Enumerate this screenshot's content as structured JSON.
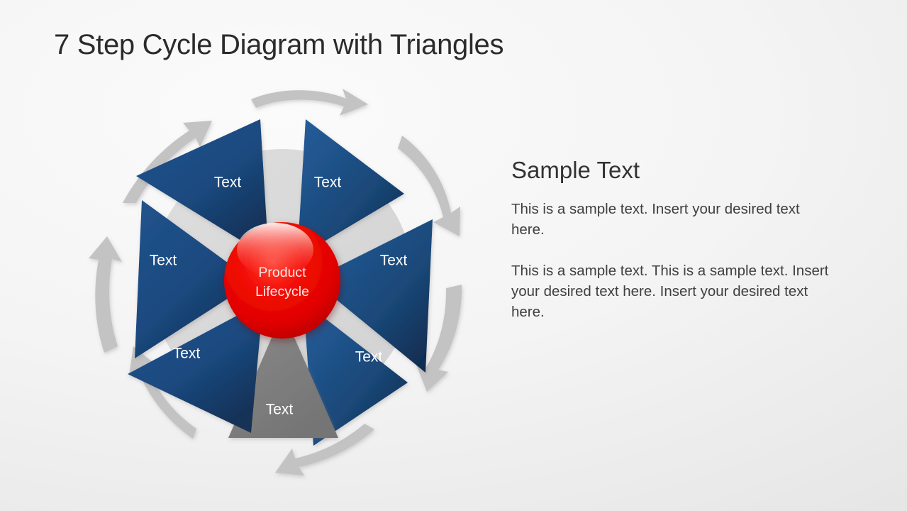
{
  "slide": {
    "title": "7 Step Cycle Diagram with Triangles",
    "background_color": "#f1f1f1"
  },
  "diagram": {
    "name": "7-step-cycle-triangles",
    "hub": {
      "line1": "Product",
      "line2": "Lifecycle",
      "color": "#e60000",
      "highlight_color": "#ff6e6e",
      "text_color": "#ffe9e6"
    },
    "disc_color": "#d9d9d9",
    "step_count": 7,
    "steps": [
      {
        "id": "step-1",
        "label": "Text",
        "position": "top-left",
        "color": "#1b4a80",
        "state": "default"
      },
      {
        "id": "step-2",
        "label": "Text",
        "position": "top-right",
        "color": "#1b4a80",
        "state": "default"
      },
      {
        "id": "step-3",
        "label": "Text",
        "position": "right",
        "color": "#1b4a80",
        "state": "default"
      },
      {
        "id": "step-4",
        "label": "Text",
        "position": "bottom-right",
        "color": "#1b4a80",
        "state": "default"
      },
      {
        "id": "step-5",
        "label": "Text",
        "position": "bottom",
        "color": "#808080",
        "state": "highlighted"
      },
      {
        "id": "step-6",
        "label": "Text",
        "position": "bottom-left",
        "color": "#1b4a80",
        "state": "default"
      },
      {
        "id": "step-7",
        "label": "Text",
        "position": "left",
        "color": "#1b4a80",
        "state": "default"
      }
    ],
    "arrows": {
      "color": "#c2c2c2",
      "direction": "clockwise",
      "count": 7
    }
  },
  "panel": {
    "heading": "Sample Text",
    "paragraph1": "This is a sample text. Insert your desired text here.",
    "paragraph2": "This is a sample text. This is a sample text.  Insert your desired text here. Insert your desired text here."
  }
}
